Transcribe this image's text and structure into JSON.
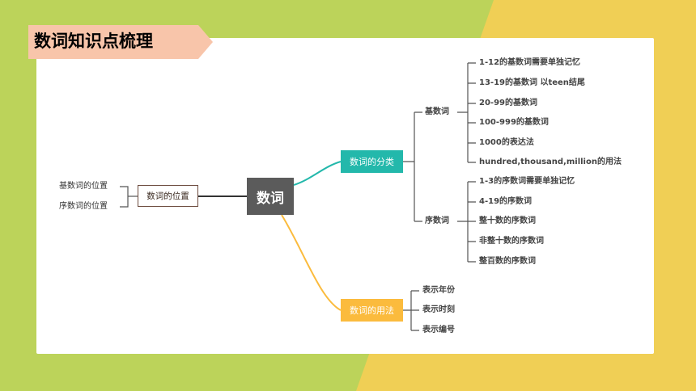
{
  "title": "数词知识点梳理",
  "center": "数词",
  "left_branch": {
    "label": "数词的位置",
    "items": [
      "基数词的位置",
      "序数词的位置"
    ]
  },
  "classification": {
    "label": "数词的分类",
    "cardinal": {
      "label": "基数词",
      "items": [
        "1-12的基数词需要单独记忆",
        "13-19的基数词 以teen结尾",
        "20-99的基数词",
        "100-999的基数词",
        "1000的表达法",
        "hundred,thousand,million的用法"
      ]
    },
    "ordinal": {
      "label": "序数词",
      "items": [
        "1-3的序数词需要单独记忆",
        "4-19的序数词",
        "整十数的序数词",
        "非整十数的序数词",
        "整百数的序数词"
      ]
    }
  },
  "usage": {
    "label": "数词的用法",
    "items": [
      "表示年份",
      "表示时刻",
      "表示编号"
    ]
  },
  "colors": {
    "teal": "#23b8ab",
    "yellow": "#fbbb3d",
    "dark": "#5b5b5b",
    "bg_green": "#bcd35a",
    "bg_yellow": "#f0cf55",
    "banner": "#f8c5aa"
  }
}
